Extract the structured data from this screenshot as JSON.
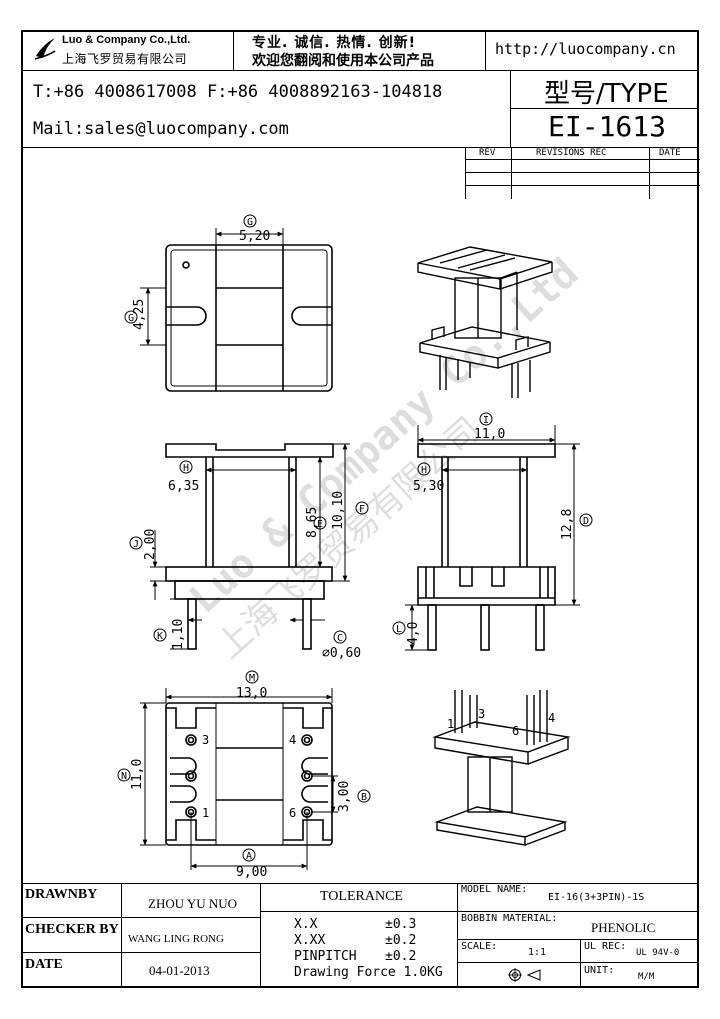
{
  "header": {
    "company_en": "Luo & Company Co.,Ltd.",
    "company_cn": "上海飞罗贸易有限公司",
    "slogan_line1": "专业. 诚信. 热情. 创新!",
    "slogan_line2": "欢迎您翻阅和使用本公司产品",
    "website": "http://luocompany.cn",
    "phone_fax": "T:+86 4008617008 F:+86 4008892163-104818",
    "email": "Mail:sales@luocompany.com",
    "type_label": "型号/TYPE",
    "type_value": "EI-1613"
  },
  "revisions": {
    "col_rev": "REV",
    "col_desc": "REVISIONS REC",
    "col_date": "DATE"
  },
  "drawing": {
    "dims": {
      "g_top": "5,20",
      "g_left": "4,25",
      "h_front": "6,35",
      "h_side": "5,30",
      "e_front": "8,65",
      "f_front": "10,10",
      "i_side": "11,0",
      "d_side": "12,8",
      "j_front": "2,00",
      "k_front": "1,10",
      "c_front": "⌀0,60",
      "l_side": "4,0",
      "m_bottom": "13,0",
      "n_bottom": "11,0",
      "b_bottom": "3,00",
      "a_bottom": "9,00"
    },
    "labels": {
      "G": "G",
      "H": "H",
      "E": "E",
      "F": "F",
      "J": "J",
      "K": "K",
      "C": "C",
      "I": "I",
      "D": "D",
      "L": "L",
      "M": "M",
      "N": "N",
      "B": "B",
      "A": "A"
    },
    "pins": {
      "p1": "1",
      "p3": "3",
      "p4": "4",
      "p6": "6"
    },
    "iso_pins": {
      "p1": "1",
      "p3": "3",
      "p6": "6",
      "p4": "4"
    },
    "watermark_en": "Luo & Company Co.,Ltd",
    "watermark_cn": "上海飞罗贸易有限公司"
  },
  "footer": {
    "drawnby_label": "DRAWNBY",
    "drawnby_value": "ZHOU YU NUO",
    "checker_label": "CHECKER BY",
    "checker_value": "WANG LING RONG",
    "date_label": "DATE",
    "date_value": "04-01-2013",
    "tolerance_label": "TOLERANCE",
    "tol_xx_label": "X.X",
    "tol_xx_value": "±0.3",
    "tol_xxx_label": "X.XX",
    "tol_xxx_value": "±0.2",
    "tol_pin_label": "PINPITCH",
    "tol_pin_value": "±0.2",
    "drawing_force": "Drawing Force 1.0KG",
    "model_label": "MODEL NAME:",
    "model_value": "EI-16(3+3PIN)-1S",
    "bobbin_label": "BOBBIN MATERIAL:",
    "bobbin_value": "PHENOLIC",
    "scale_label": "SCALE:",
    "scale_value": "1:1",
    "ul_label": "UL REC:",
    "ul_value": "UL 94V-0",
    "unit_label": "UNIT:",
    "unit_value": "M/M"
  }
}
